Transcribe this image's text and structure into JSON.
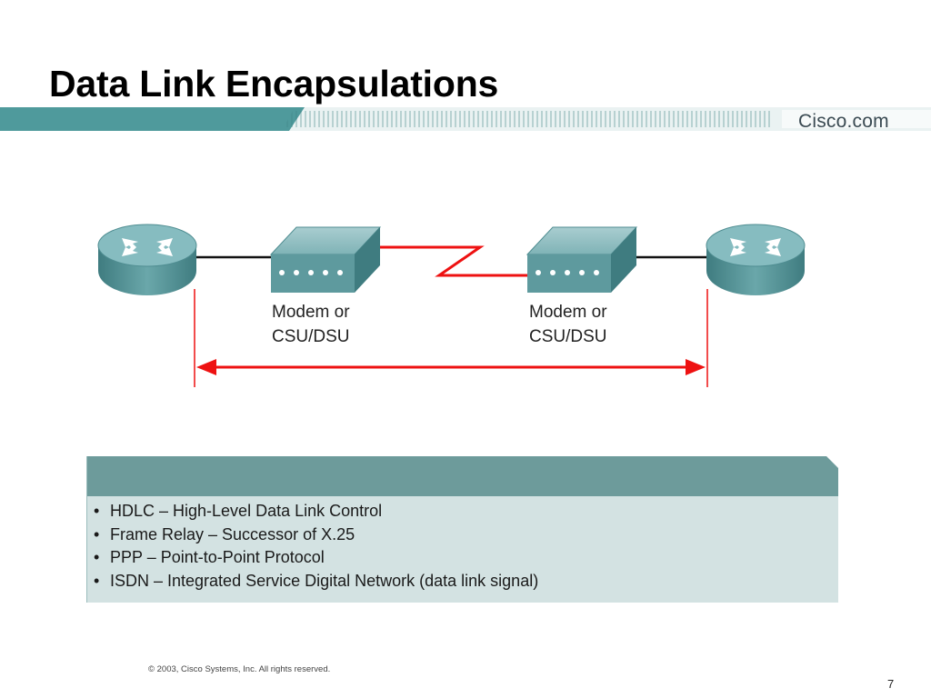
{
  "slide": {
    "title": "Data Link Encapsulations",
    "brand": "Cisco.com",
    "page_number": "7",
    "copyright": "© 2003, Cisco Systems, Inc. All rights reserved."
  },
  "diagram": {
    "nodes": [
      {
        "id": "router-left",
        "type": "router-icon"
      },
      {
        "id": "modem-left",
        "type": "modem-icon",
        "label_line1": "Modem or",
        "label_line2": "CSU/DSU"
      },
      {
        "id": "modem-right",
        "type": "modem-icon",
        "label_line1": "Modem or",
        "label_line2": "CSU/DSU"
      },
      {
        "id": "router-right",
        "type": "router-icon"
      }
    ],
    "links": [
      {
        "from": "router-left",
        "to": "modem-left",
        "style": "black-line"
      },
      {
        "from": "modem-left",
        "to": "modem-right",
        "style": "red-zigzag"
      },
      {
        "from": "modem-right",
        "to": "router-right",
        "style": "black-line"
      }
    ],
    "span_arrow": {
      "from": "router-left",
      "to": "router-right",
      "style": "red-double-arrow"
    }
  },
  "info_box": {
    "items": [
      "HDLC – High-Level Data Link Control",
      "Frame Relay – Successor of X.25",
      "PPP – Point-to-Point Protocol",
      "ISDN – Integrated Service Digital Network (data link signal)"
    ]
  },
  "colors": {
    "header_teal": "#4f9a9c",
    "box_header": "#6d9b9b",
    "box_body": "#d3e2e2",
    "link_red": "#ee1111",
    "router_teal": "#5e9a9e",
    "modem_teal": "#6aa0a3"
  }
}
